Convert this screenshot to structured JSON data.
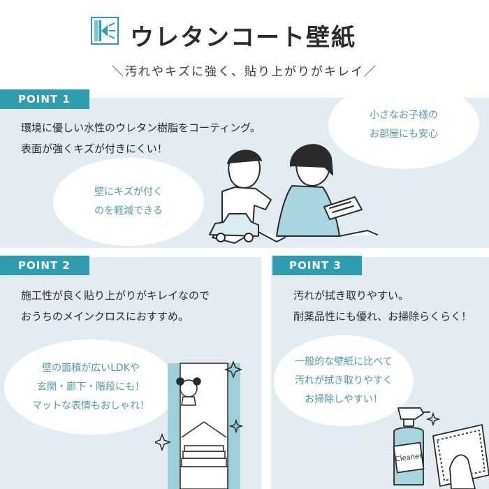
{
  "header": {
    "title": "ウレタンコート壁紙",
    "subtitle": "＼汚れやキズに強く、貼り上がりがキレイ／"
  },
  "point1": {
    "badge": "POINT 1",
    "lines": [
      "環境に優しい水性のウレタン樹脂をコーティング。",
      "表面が強くキズが付きにくい！"
    ],
    "bubble_left": [
      "壁にキズが付く",
      "のを軽減できる"
    ],
    "bubble_right": [
      "小さなお子様の",
      "お部屋にも安心"
    ]
  },
  "point2": {
    "badge": "POINT 2",
    "lines": [
      "施工性が良く貼り上がりがキレイなので",
      "おうちのメインクロスにおすすめ。"
    ],
    "bubble": [
      "壁の面積が広いLDKや",
      "玄関・廊下・階段にも！",
      "マットな表情もおしゃれ！"
    ]
  },
  "point3": {
    "badge": "POINT 3",
    "lines": [
      "汚れが拭き取りやすい。",
      "耐薬品性にも優れ、お掃除らくらく！"
    ],
    "bubble": [
      "一般的な壁紙に比べて",
      "汚れが拭き取りやすく",
      "お掃除しやすい！"
    ],
    "bottle_label": "Cleaner"
  },
  "colors": {
    "accent": "#2f9db0",
    "panel": "#e3ecf0",
    "bubble_text": "#4f9aab"
  },
  "icons": [
    "wall-logo-icon",
    "kids-illustration",
    "stairs-illustration",
    "cleaner-bottle-icon",
    "sparkle-icon"
  ]
}
